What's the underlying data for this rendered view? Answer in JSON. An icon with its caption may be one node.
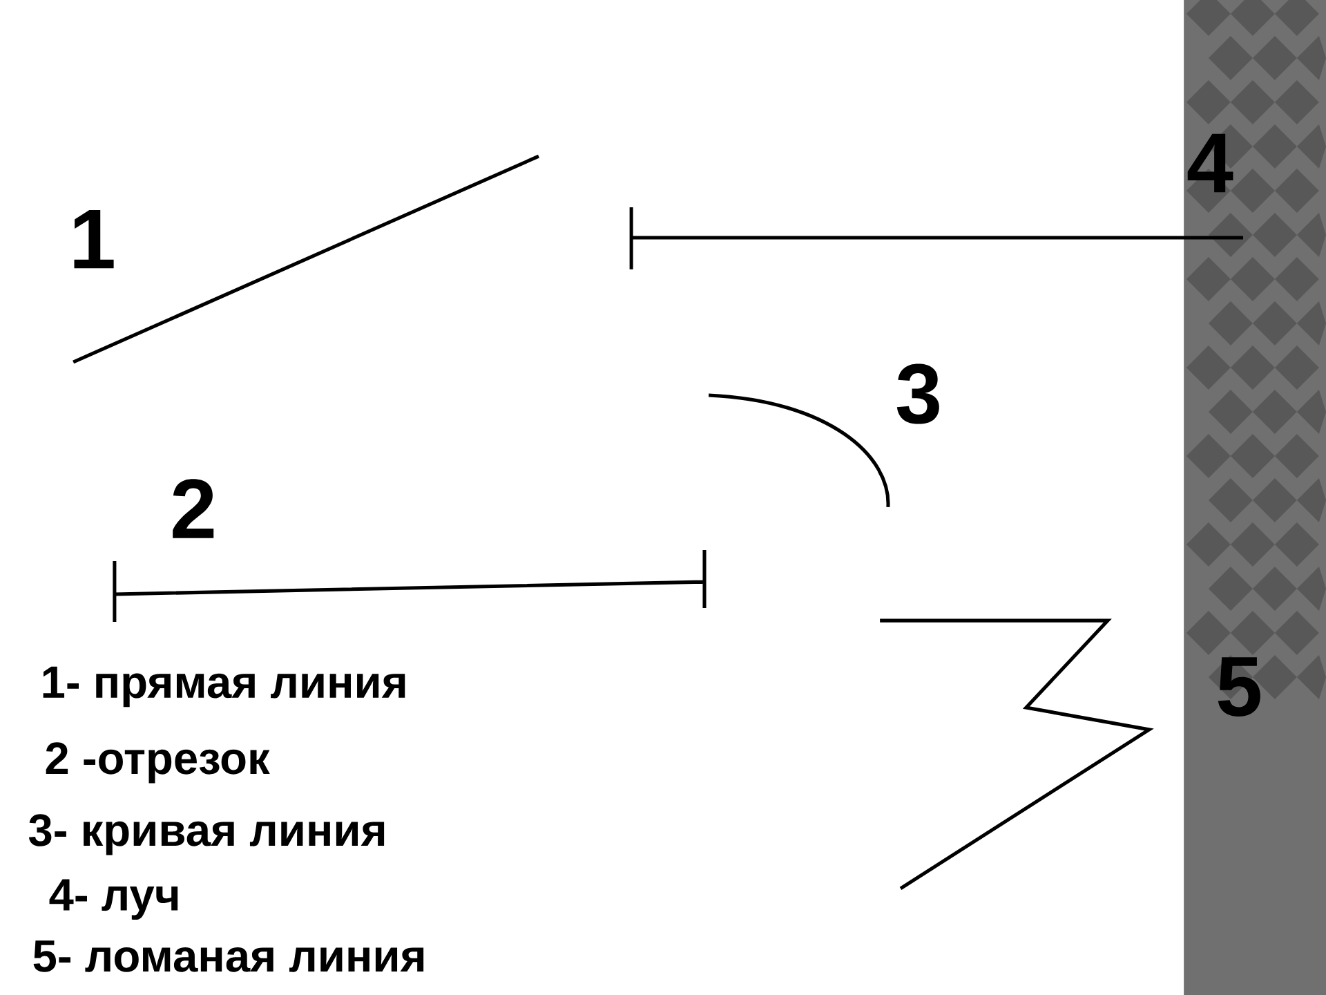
{
  "diagram": {
    "labels": [
      "4",
      "1",
      "3",
      "2",
      "5",
      "1- прямая линия",
      "2 -отрезок",
      "3- кривая линия",
      "4- луч",
      "5- ломаная линия"
    ]
  }
}
